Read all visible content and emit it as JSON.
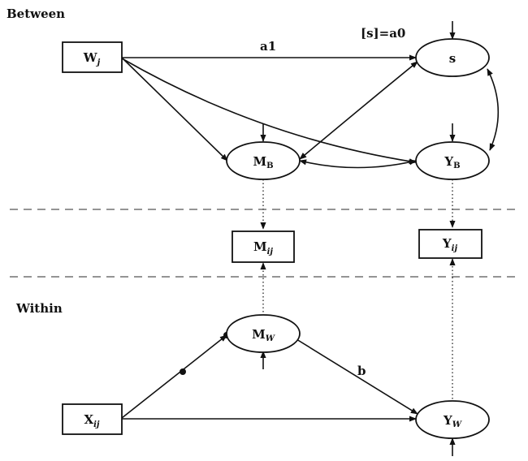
{
  "sections": {
    "between": "Between",
    "within": "Within"
  },
  "nodes": {
    "wj": {
      "main": "W",
      "sub": "j"
    },
    "s": {
      "main": "s"
    },
    "mb": {
      "main": "M",
      "sub": "B"
    },
    "yb": {
      "main": "Y",
      "sub": "B"
    },
    "mij": {
      "main": "M",
      "sub": "ij"
    },
    "yij": {
      "main": "Y",
      "sub": "ij"
    },
    "mw": {
      "main": "M",
      "sub": "W"
    },
    "yw": {
      "main": "Y",
      "sub": "W"
    },
    "xij": {
      "main": "X",
      "sub": "ij"
    }
  },
  "edge_labels": {
    "a1": "a1",
    "b": "b",
    "constraint": "[s]=a0"
  }
}
